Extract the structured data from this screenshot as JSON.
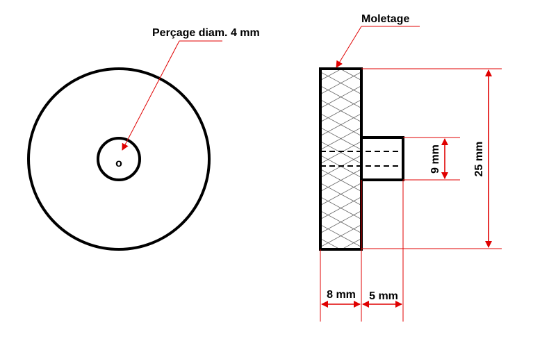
{
  "labels": {
    "drill": "Perçage diam. 4 mm",
    "knurling": "Moletage",
    "hole_symbol": "o"
  },
  "dimensions": {
    "stem_height": "9 mm",
    "total_diameter": "25 mm",
    "knob_width": "8 mm",
    "stem_length": "5 mm"
  },
  "colors": {
    "outline": "#000000",
    "dimension": "#e00000",
    "hatch": "#666666"
  }
}
